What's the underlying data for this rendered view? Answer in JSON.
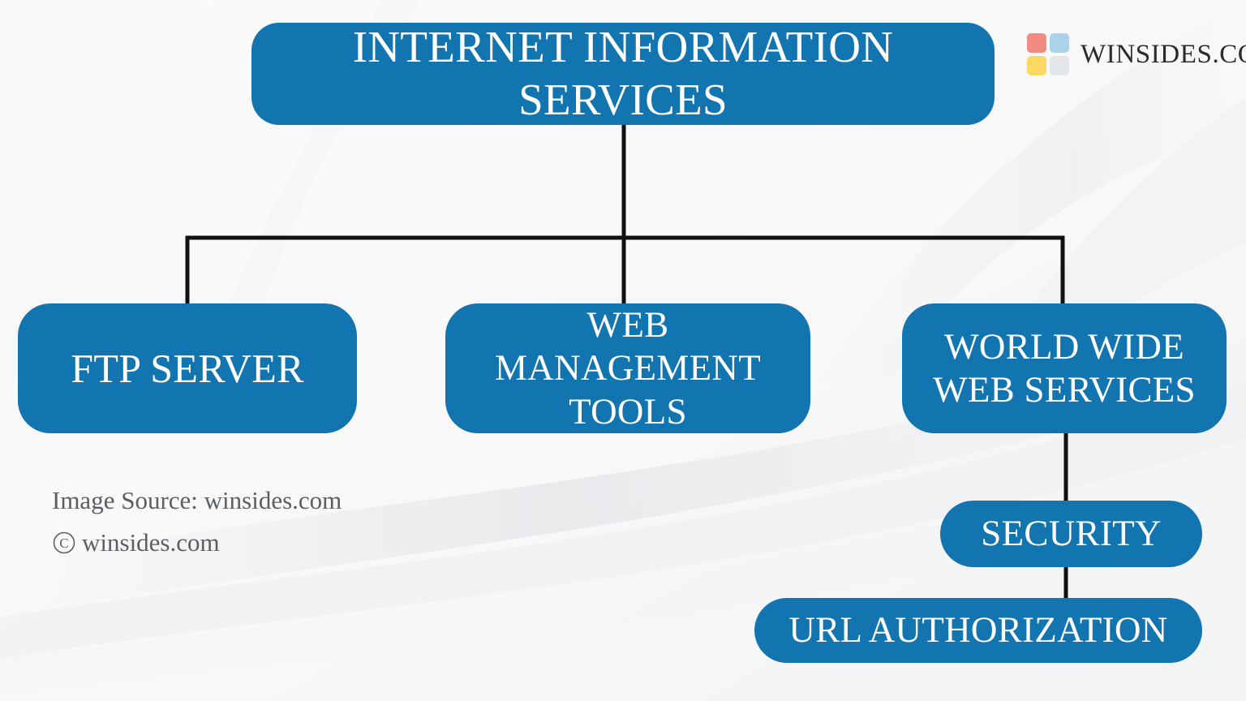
{
  "diagram": {
    "title": "Internet Information Services hierarchy",
    "type": "tree",
    "accent_color": "#1275AF",
    "text_color": "#FFFFFF",
    "connector_color": "#111111",
    "background_color": "#FAFAFA",
    "nodes": [
      {
        "id": "root",
        "label": "INTERNET INFORMATION SERVICES",
        "level": 0
      },
      {
        "id": "ftp",
        "label": "FTP SERVER",
        "level": 1
      },
      {
        "id": "webmgmt",
        "label": "WEB MANAGEMENT\nTOOLS",
        "level": 1
      },
      {
        "id": "www",
        "label": "WORLD WIDE\nWEB SERVICES",
        "level": 1
      },
      {
        "id": "security",
        "label": "SECURITY",
        "level": 2
      },
      {
        "id": "urlauth",
        "label": "URL AUTHORIZATION",
        "level": 3
      }
    ],
    "edges": [
      {
        "from": "root",
        "to": "ftp"
      },
      {
        "from": "root",
        "to": "webmgmt"
      },
      {
        "from": "root",
        "to": "www"
      },
      {
        "from": "www",
        "to": "security"
      },
      {
        "from": "security",
        "to": "urlauth"
      }
    ]
  },
  "brand": {
    "name": "WINSIDES.COM",
    "logo_tiles": [
      {
        "position": "top-left",
        "color": "#F28B82"
      },
      {
        "position": "top-right",
        "color": "#A9D3E9"
      },
      {
        "position": "bottom-left",
        "color": "#FCD964"
      },
      {
        "position": "bottom-right",
        "color": "#E3E6E9"
      }
    ]
  },
  "credits": {
    "source": "Image Source: winsides.com",
    "copyright_symbol": "©",
    "copyright_text": "winsides.com"
  }
}
